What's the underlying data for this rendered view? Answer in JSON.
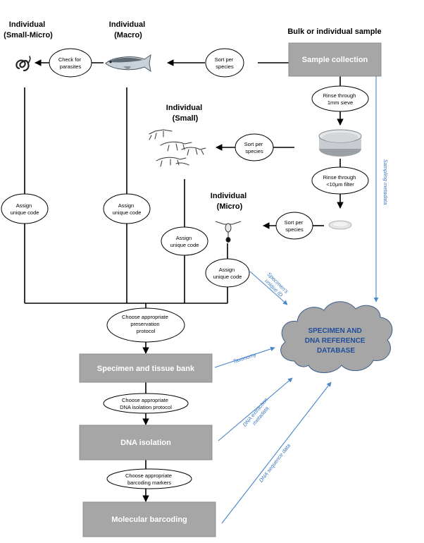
{
  "headings": {
    "small_micro": [
      "Individual",
      "(Small-Micro)"
    ],
    "macro": [
      "Individual",
      "(Macro)"
    ],
    "bulk": "Bulk or individual sample",
    "small": [
      "Individual",
      "(Small)"
    ],
    "micro": [
      "Individual",
      "(Micro)"
    ]
  },
  "boxes": {
    "sample_collection": "Sample collection",
    "specimen_bank": "Specimen and tissue bank",
    "dna_isolation": "DNA isolation",
    "molecular_barcoding": "Molecular barcoding"
  },
  "ovals": {
    "check_parasites": [
      "Check for",
      "parasites"
    ],
    "sort_top": [
      "Sort per",
      "species"
    ],
    "rinse_sieve": [
      "Rinse through",
      "1mm sieve"
    ],
    "sort_small": [
      "Sort per",
      "species"
    ],
    "rinse_filter": [
      "Rinse through",
      "<10µm filter"
    ],
    "sort_micro": [
      "Sort per",
      "species"
    ],
    "assign_1": [
      "Assign",
      "unique code"
    ],
    "assign_2": [
      "Assign",
      "unique code"
    ],
    "assign_3": [
      "Assign",
      "unique code"
    ],
    "assign_4": [
      "Assign",
      "unique code"
    ],
    "preservation": [
      "Choose appropriate",
      "preservation",
      "protocol"
    ],
    "dna_protocol": [
      "Choose appropriate",
      "DNA isolation protocol"
    ],
    "barcoding_markers": [
      "Choose appropriate",
      "barcoding markers"
    ]
  },
  "cloud": [
    "SPECIMEN AND",
    "DNA REFERENCE",
    "DATABASE"
  ],
  "blue_labels": {
    "sampling_metadata": "Sampling metadata",
    "unique_id": [
      "Specimen's",
      "unique ID"
    ],
    "taxonomy": "Taxonomy",
    "dna_extraction": [
      "DNA extraction",
      "metadata"
    ],
    "dna_sequence": "DNA sequence data"
  },
  "icons": [
    "worm-icon",
    "salmon-icon",
    "small-crustaceans-icon",
    "copepod-icon",
    "sieve-icon",
    "filter-disc-icon"
  ],
  "colors": {
    "box_fill": "#a6a6a6",
    "cloud_fill": "#a6a6a6",
    "cloud_text": "#1f4e9c",
    "metadata_lines": "#4a86c8"
  }
}
